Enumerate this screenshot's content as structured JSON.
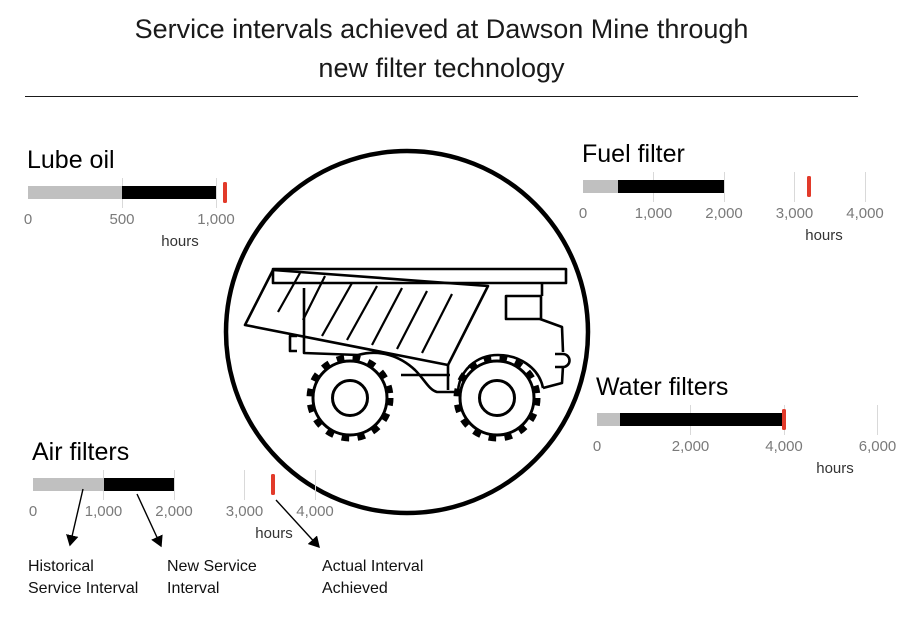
{
  "page": {
    "title_line1": "Service intervals achieved at Dawson Mine through",
    "title_line2": "new filter technology"
  },
  "colors": {
    "historical_bar": "#c0c0c0",
    "new_bar": "#000000",
    "actual_tick": "#e23a2a",
    "gridline": "#d9d9d9",
    "tick_text": "#7a7a7a"
  },
  "illustration": {
    "name": "mining-haul-truck-in-circle"
  },
  "chart_data": [
    {
      "id": "lube-oil",
      "type": "bar",
      "title": "Lube oil",
      "unit": "hours",
      "historical_service_interval": 500,
      "new_service_interval": 1000,
      "actual_interval_achieved": 1050,
      "axis": {
        "min": 0,
        "max": 1000,
        "ticks": [
          0,
          500,
          1000
        ],
        "tick_labels": [
          "0",
          "500",
          "1,000"
        ]
      }
    },
    {
      "id": "fuel-filter",
      "type": "bar",
      "title": "Fuel filter",
      "unit": "hours",
      "historical_service_interval": 500,
      "new_service_interval": 2000,
      "actual_interval_achieved": 3200,
      "axis": {
        "min": 0,
        "max": 4000,
        "ticks": [
          0,
          1000,
          2000,
          3000,
          4000
        ],
        "tick_labels": [
          "0",
          "1,000",
          "2,000",
          "3,000",
          "4,000"
        ]
      }
    },
    {
      "id": "air-filters",
      "type": "bar",
      "title": "Air filters",
      "unit": "hours",
      "historical_service_interval": 1000,
      "new_service_interval": 2000,
      "actual_interval_achieved": 3400,
      "axis": {
        "min": 0,
        "max": 4000,
        "ticks": [
          0,
          1000,
          2000,
          3000,
          4000
        ],
        "tick_labels": [
          "0",
          "1,000",
          "2,000",
          "3,000",
          "4,000"
        ]
      }
    },
    {
      "id": "water-filters",
      "type": "bar",
      "title": "Water filters",
      "unit": "hours",
      "historical_service_interval": 500,
      "new_service_interval": 4000,
      "actual_interval_achieved": 4000,
      "axis": {
        "min": 0,
        "max": 6000,
        "ticks": [
          0,
          2000,
          4000,
          6000
        ],
        "tick_labels": [
          "0",
          "2,000",
          "4,000",
          "6,000"
        ]
      }
    }
  ],
  "legend": {
    "items": [
      {
        "id": "historical",
        "lines": [
          "Historical",
          "Service Interval"
        ]
      },
      {
        "id": "new",
        "lines": [
          "New Service",
          "Interval"
        ]
      },
      {
        "id": "actual",
        "lines": [
          "Actual Interval",
          "Achieved"
        ]
      }
    ]
  }
}
